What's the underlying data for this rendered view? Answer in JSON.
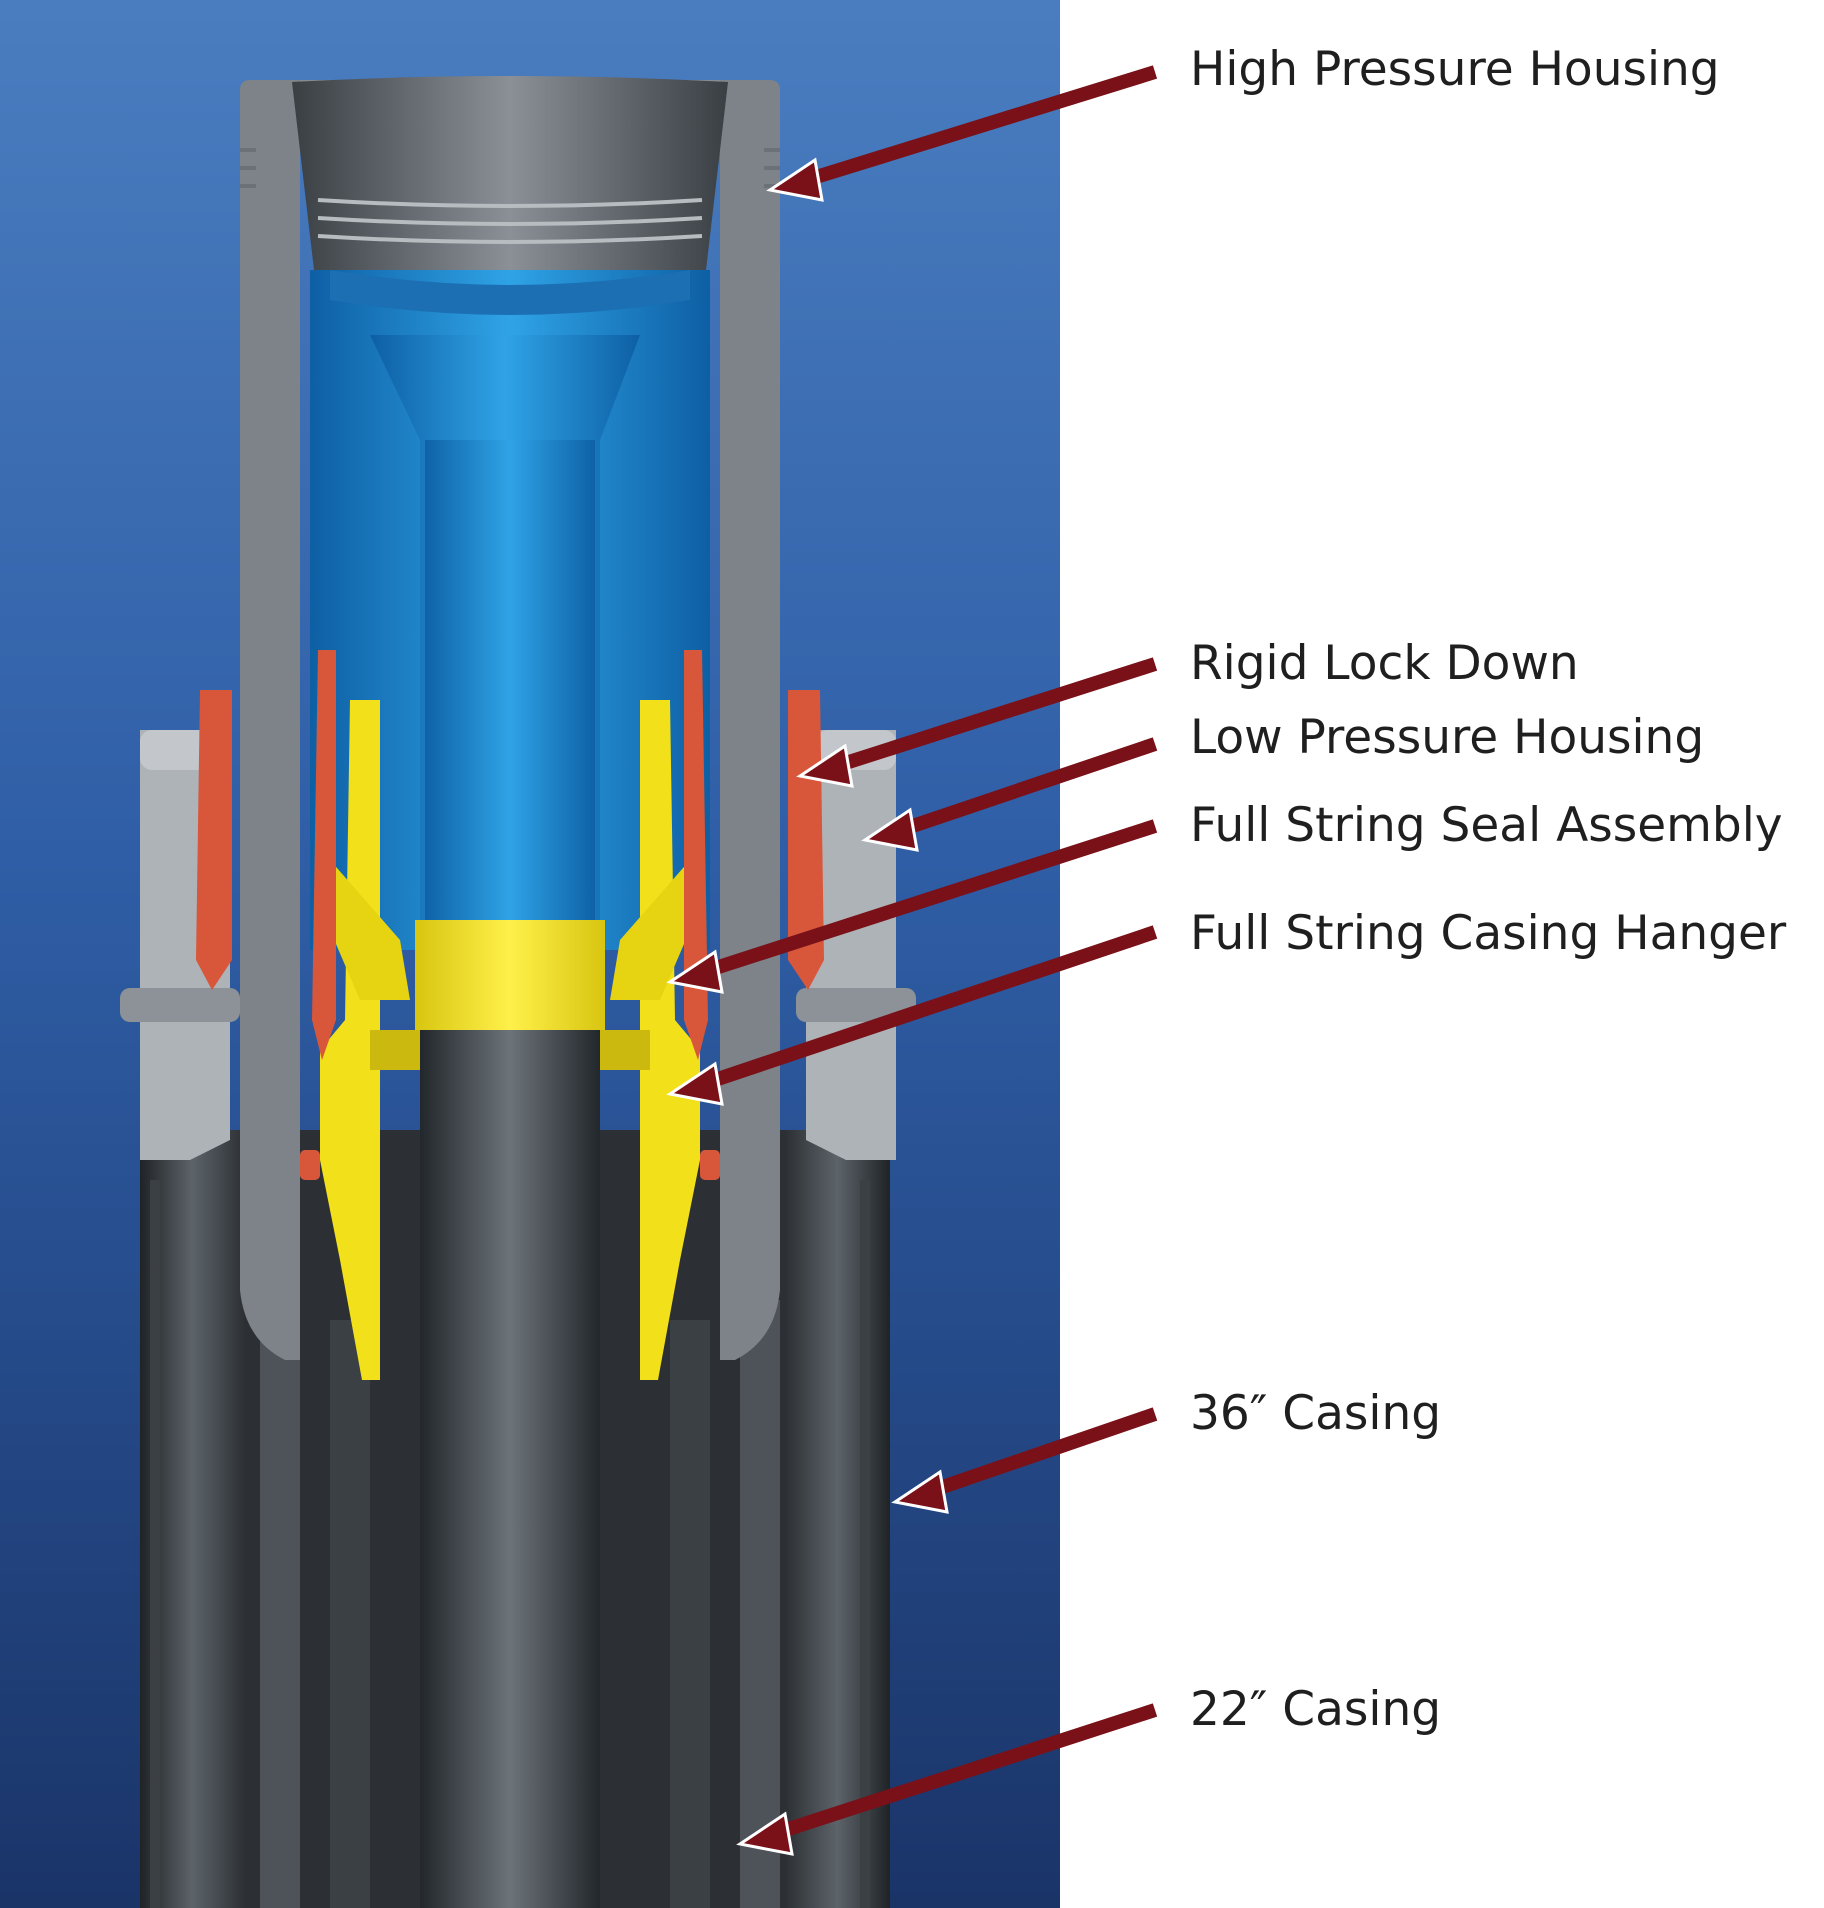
{
  "labels": {
    "high_pressure_housing": "High Pressure Housing",
    "rigid_lock_down": "Rigid Lock Down",
    "low_pressure_housing": "Low Pressure Housing",
    "full_string_seal_assembly": "Full String Seal Assembly",
    "full_string_casing_hanger": "Full String Casing Hanger",
    "casing_36": "36″ Casing",
    "casing_22": "22″ Casing"
  },
  "colors": {
    "background_top": "#4a7dc0",
    "background_bottom": "#1a3468",
    "housing_gray": "#7d8388",
    "bore_blue": "#1a86cc",
    "hanger_yellow": "#f2e01a",
    "lockdown_orange": "#d8563a",
    "casing_dark": "#2c3034",
    "low_pressure_housing_light": "#aeb3b8",
    "arrow": "#7a1118"
  }
}
